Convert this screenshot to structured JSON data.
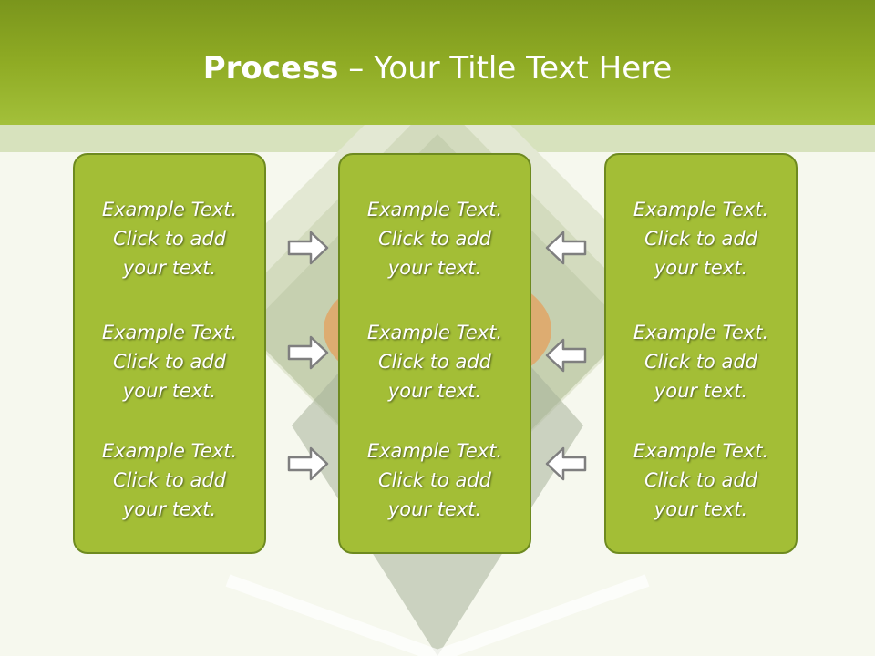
{
  "slide": {
    "title_bold": "Process",
    "title_rest": " – Your Title Text Here"
  },
  "columns": [
    {
      "items": [
        {
          "line1": "Example Text.",
          "line2": "Click  to add",
          "line3": "your text."
        },
        {
          "line1": "Example Text.",
          "line2": "Click  to add",
          "line3": "your text."
        },
        {
          "line1": "Example Text.",
          "line2": "Click  to add",
          "line3": "your text."
        }
      ]
    },
    {
      "items": [
        {
          "line1": "Example Text.",
          "line2": "Click  to add",
          "line3": "your text."
        },
        {
          "line1": "Example Text.",
          "line2": "Click  to add",
          "line3": "your text."
        },
        {
          "line1": "Example Text.",
          "line2": "Click  to add",
          "line3": "your text."
        }
      ]
    },
    {
      "items": [
        {
          "line1": "Example Text.",
          "line2": "Click  to add",
          "line3": "your text."
        },
        {
          "line1": "Example Text.",
          "line2": "Click  to add",
          "line3": "your text."
        },
        {
          "line1": "Example Text.",
          "line2": "Click  to add",
          "line3": "your text."
        }
      ]
    }
  ],
  "arrows": {
    "left_group": "arrow-right-icon",
    "right_group": "arrow-left-icon"
  },
  "colors": {
    "header": "#8fab24",
    "box_fill": "#a3be36",
    "box_border": "#6e8a20",
    "text": "#ffffff"
  }
}
